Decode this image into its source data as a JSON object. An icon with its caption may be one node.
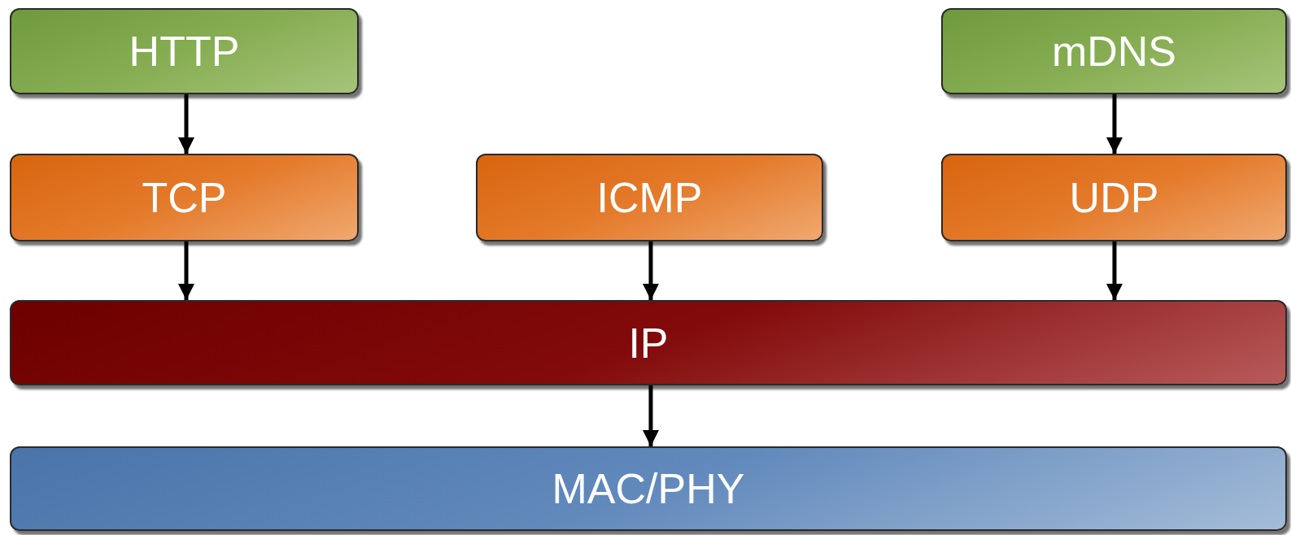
{
  "diagram": {
    "nodes": [
      {
        "text": [
          "HTTP"
        ]
      },
      {
        "text": [
          "mDNS"
        ]
      },
      {
        "text": [
          "TCP"
        ]
      },
      {
        "text": [
          "ICMP"
        ]
      },
      {
        "text": [
          "UDP"
        ]
      },
      {
        "text": [
          "IP"
        ]
      },
      {
        "text": [
          "MAC/PHY"
        ]
      }
    ],
    "edges": [
      {
        "from": 0,
        "to": 2,
        "arrow": "to"
      },
      {
        "from": 1,
        "to": 4,
        "arrow": "to"
      },
      {
        "from": 2,
        "to": 5,
        "arrow": "to"
      },
      {
        "from": 3,
        "to": 5,
        "arrow": "to"
      },
      {
        "from": 4,
        "to": 5,
        "arrow": "to"
      },
      {
        "from": 5,
        "to": 6,
        "arrow": "to"
      }
    ]
  }
}
